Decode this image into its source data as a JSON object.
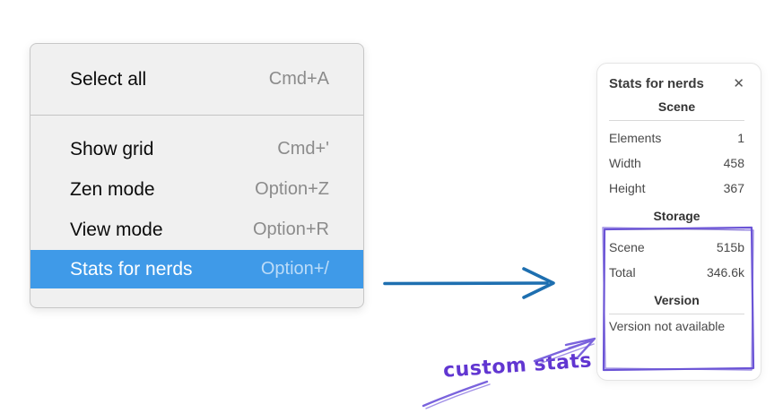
{
  "menu": {
    "items": [
      {
        "label": "Select all",
        "shortcut": "Cmd+A"
      },
      {
        "label": "Show grid",
        "shortcut": "Cmd+'"
      },
      {
        "label": "Zen mode",
        "shortcut": "Option+Z"
      },
      {
        "label": "View mode",
        "shortcut": "Option+R"
      },
      {
        "label": "Stats for nerds",
        "shortcut": "Option+/",
        "highlighted": true
      }
    ]
  },
  "stats": {
    "title": "Stats for nerds",
    "close_icon": "✕",
    "scene": {
      "header": "Scene",
      "rows": [
        {
          "label": "Elements",
          "value": "1"
        },
        {
          "label": "Width",
          "value": "458"
        },
        {
          "label": "Height",
          "value": "367"
        }
      ]
    },
    "storage": {
      "header": "Storage",
      "rows": [
        {
          "label": "Scene",
          "value": "515b"
        },
        {
          "label": "Total",
          "value": "346.6k"
        }
      ]
    },
    "version": {
      "header": "Version",
      "note": "Version not available"
    }
  },
  "annotation": {
    "label": "custom stats"
  },
  "colors": {
    "highlight_bg": "#3f9ae8",
    "accent_blue": "#1e6fb0",
    "accent_purple": "#6b54d6",
    "annotation_purple": "#6136d1"
  }
}
